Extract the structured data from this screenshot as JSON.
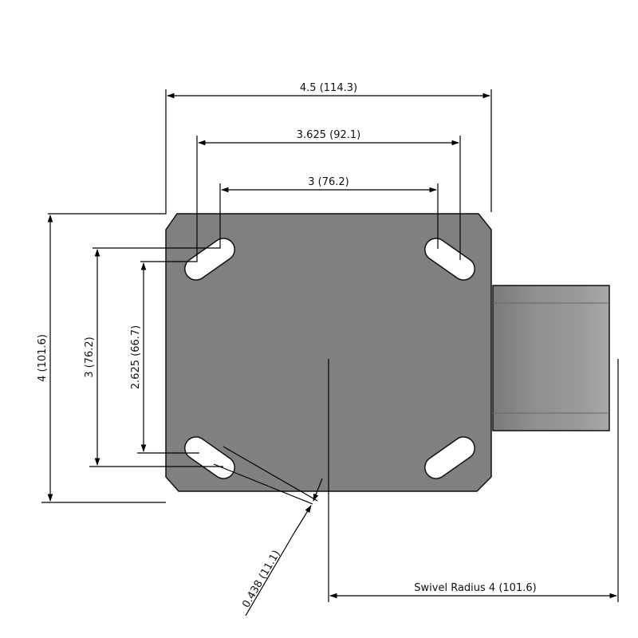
{
  "drawing": {
    "type": "caster top plate dimension drawing",
    "colors": {
      "plate": "#808080",
      "wheel_light": "#a9a9a9",
      "wheel_dark": "#7a7a7a",
      "lines": "#000000",
      "background": "#ffffff"
    },
    "dimensions": {
      "plate_width": "4.5 (114.3)",
      "bolt_spacing_outer_x": "3.625 (92.1)",
      "bolt_spacing_inner_x": "3 (76.2)",
      "plate_length": "4 (101.6)",
      "bolt_spacing_outer_y": "3 (76.2)",
      "bolt_spacing_inner_y": "2.625 (66.7)",
      "slot_width": "0.438 (11.1)",
      "swivel_radius": "Swivel Radius 4 (101.6)"
    }
  }
}
